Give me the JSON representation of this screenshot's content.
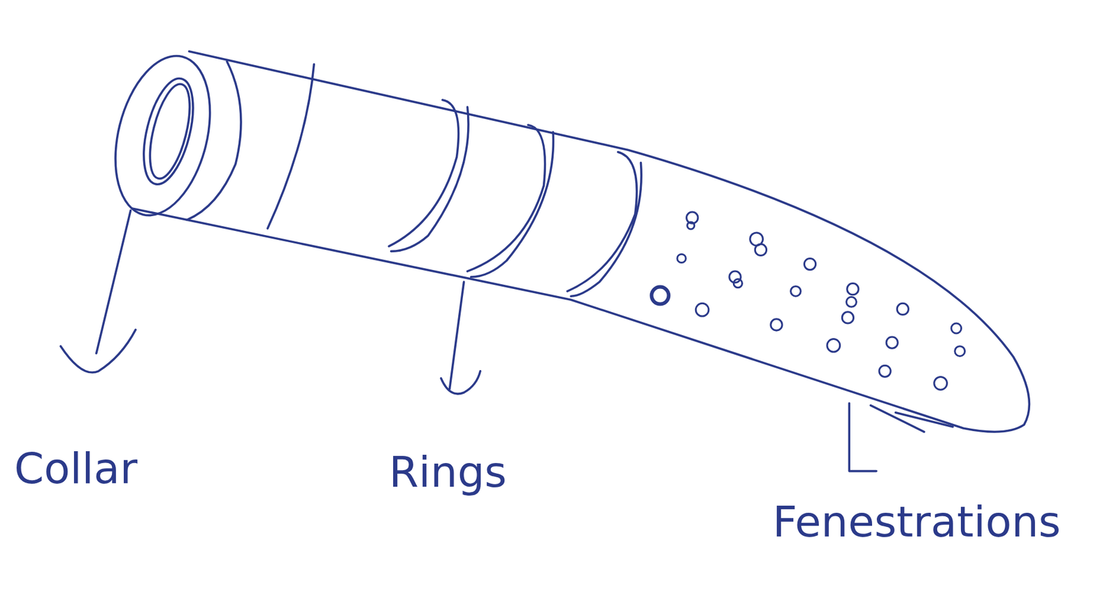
{
  "diagram": {
    "labels": [
      "Collar",
      "Rings",
      "Fenestrations"
    ]
  }
}
